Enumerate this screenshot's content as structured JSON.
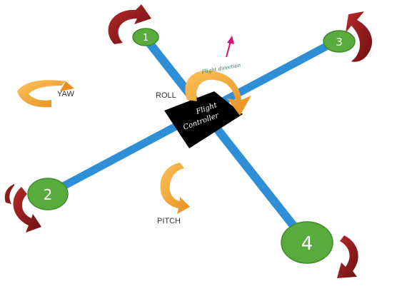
{
  "diagram": {
    "controller": {
      "line1": "Flight",
      "line2": "Controller"
    },
    "direction_label": "Flight direction",
    "motors": [
      {
        "id": "1",
        "label": "1"
      },
      {
        "id": "2",
        "label": "2"
      },
      {
        "id": "3",
        "label": "3"
      },
      {
        "id": "4",
        "label": "4"
      }
    ],
    "axes": {
      "roll": "ROLL",
      "yaw": "YAW",
      "pitch": "PITCH"
    },
    "colors": {
      "arm": "#2e8fd6",
      "motor": "#58ab3c",
      "motor_edge": "#3f8a2a",
      "rotation_arrow": "#8f1b1b",
      "axis_arrow": "#f3a531",
      "direction_arrow": "#d4147a",
      "direction_text": "#1f7a6a",
      "controller": "#000000"
    }
  }
}
